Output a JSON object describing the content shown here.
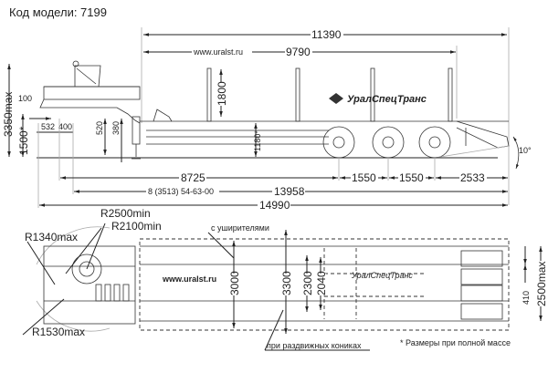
{
  "title": "Код модели: 7199",
  "brand": "УралСпецТранс",
  "website": "www.uralst.ru",
  "phone": "8 (3513) 54-63-00",
  "side_view": {
    "len_11390": "11390",
    "len_9790": "9790",
    "stake_1800": "1800",
    "h_1180": "1180*",
    "h_3350": "3350max",
    "h_1500": "1500*",
    "d_100": "100",
    "d_532": "532",
    "d_400": "400",
    "d_520": "520",
    "d_380": "380",
    "d_8725": "8725",
    "axle_1": "1550",
    "axle_2": "1550",
    "rear_2533": "2533",
    "len_13958": "13958",
    "len_14990": "14990",
    "angle": "10°"
  },
  "top_view": {
    "r2500": "R2500min",
    "r2100": "R2100min",
    "r1340": "R1340max",
    "r1530": "R1530max",
    "note_wideners": "с уширителями",
    "w3000": "3000",
    "w3300": "3300",
    "w2300": "2300",
    "w2040": "2040",
    "w410": "410",
    "w2500": "2500max",
    "note_sliding": "при раздвижных кониках",
    "footnote": "* Размеры при полной массе"
  }
}
